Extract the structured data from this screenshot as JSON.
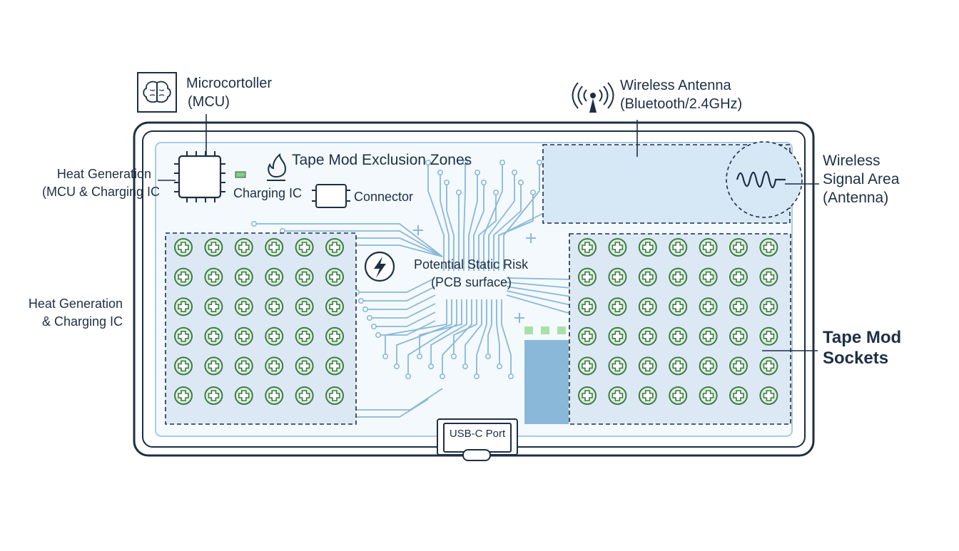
{
  "labels": {
    "mcu_line1": "Microcortoller",
    "mcu_line2": "(MCU)",
    "antenna_line1": "Wireless Antenna",
    "antenna_line2": "(Bluetooth/2.4GHz)",
    "heat_top_line1": "Heat Generation",
    "heat_top_line2": "(MCU & Charging IC",
    "heat_left_line1": "Heat Generation",
    "heat_left_line2": "& Charging IC",
    "charging_ic": "Charging IC",
    "connector": "Connector",
    "exclusion_zones": "Tape Mod Exclusion Zones",
    "signal_line1": "Wireless",
    "signal_line2": "Signal Area",
    "signal_line3": "(Antenna)",
    "static_line1": "Potential Static Risk",
    "static_line2": "(PCB surface)",
    "sockets_line1": "Tape Mod",
    "sockets_line2": "Sockets",
    "usb_port": "USB-C Port"
  },
  "icons": [
    "brain-icon",
    "antenna-icon",
    "flame-icon",
    "lightning-icon",
    "waveform-icon",
    "chip-icon"
  ],
  "colors": {
    "outline": "#1d2f45",
    "trace": "#8ab8d8",
    "zone_fill": "#d6e7f5",
    "socket_fill": "#dff0da",
    "socket_stroke": "#3e7a4d",
    "accent_green": "#7ed17e"
  }
}
